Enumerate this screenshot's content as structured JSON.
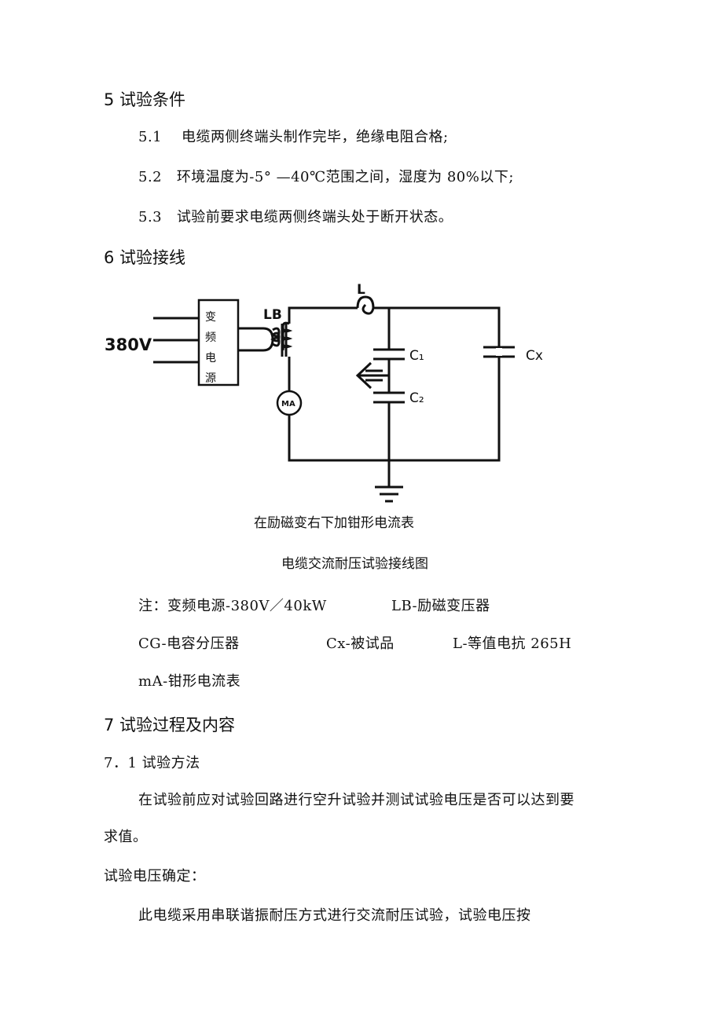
{
  "section5": {
    "heading": "5 试验条件",
    "items": [
      {
        "num": "5.1",
        "text": "电缆两侧终端头制作完毕，绝缘电阻合格;"
      },
      {
        "num": "5.2",
        "text": "环境温度为-5° —40℃范围之间，湿度为 80%以下;"
      },
      {
        "num": "5.3",
        "text": "试验前要求电缆两侧终端头处于断开状态。"
      }
    ]
  },
  "section6": {
    "heading": "6 试验接线",
    "diagram": {
      "supply_label": "380V",
      "source_box_chars": [
        "变",
        "频",
        "电",
        "源"
      ],
      "lb_label": "LB",
      "l_label": "L",
      "c1_label": "C₁",
      "c2_label": "C₂",
      "cx_label": "Cx",
      "ma_label": "MA"
    },
    "caption_note": "在励磁变右下加钳形电流表",
    "caption_title": "电缆交流耐压试验接线图",
    "notes": {
      "note_prefix": "注：变频电源-380V／40kW",
      "lb": "LB-励磁变压器",
      "cg": "CG-电容分压器",
      "cx": "Cx-被试品",
      "l": "L-等值电抗 265H",
      "ma": "mA-钳形电流表"
    }
  },
  "section7": {
    "heading": "7 试验过程及内容",
    "sub_heading": "7．1 试验方法",
    "para1_line1": "在试验前应对试验回路进行空升试验并测试试验电压是否可以达到要",
    "para1_line2": "求值。",
    "voltage_label": "试验电压确定：",
    "para2": "此电缆采用串联谐振耐压方式进行交流耐压试验，试验电压按"
  }
}
